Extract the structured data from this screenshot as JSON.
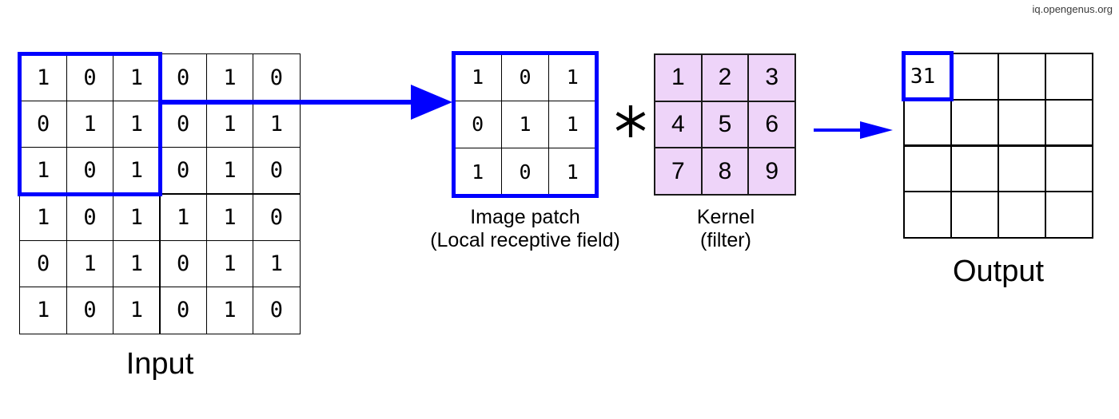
{
  "watermark": "iq.opengenus.org",
  "colors": {
    "highlight": "#0000FF",
    "kernel_fill": "#EED4F9",
    "grid_line": "#000000",
    "background": "#FFFFFF"
  },
  "input": {
    "label": "Input",
    "rows": 6,
    "cols": 6,
    "values": [
      [
        1,
        0,
        1,
        0,
        1,
        0
      ],
      [
        0,
        1,
        1,
        0,
        1,
        1
      ],
      [
        1,
        0,
        1,
        0,
        1,
        0
      ],
      [
        1,
        0,
        1,
        1,
        1,
        0
      ],
      [
        0,
        1,
        1,
        0,
        1,
        1
      ],
      [
        1,
        0,
        1,
        0,
        1,
        0
      ]
    ],
    "highlight_region": {
      "row": 0,
      "col": 0,
      "rows": 3,
      "cols": 3
    }
  },
  "patch": {
    "label_line1": "Image patch",
    "label_line2": "(Local receptive field)",
    "rows": 3,
    "cols": 3,
    "values": [
      [
        1,
        0,
        1
      ],
      [
        0,
        1,
        1
      ],
      [
        1,
        0,
        1
      ]
    ]
  },
  "operator": {
    "symbol": "*",
    "name": "convolution-asterisk"
  },
  "kernel": {
    "label_line1": "Kernel",
    "label_line2": "(filter)",
    "rows": 3,
    "cols": 3,
    "values": [
      [
        1,
        2,
        3
      ],
      [
        4,
        5,
        6
      ],
      [
        7,
        8,
        9
      ]
    ]
  },
  "output": {
    "label": "Output",
    "rows": 4,
    "cols": 4,
    "values": [
      [
        "31",
        "",
        "",
        ""
      ],
      [
        "",
        "",
        "",
        ""
      ],
      [
        "",
        "",
        "",
        ""
      ],
      [
        "",
        "",
        "",
        ""
      ]
    ],
    "highlight_region": {
      "row": 0,
      "col": 0,
      "rows": 1,
      "cols": 1
    }
  },
  "arrows": [
    {
      "name": "arrow-input-to-patch",
      "direction": "right"
    },
    {
      "name": "arrow-kernel-to-output",
      "direction": "right"
    }
  ]
}
